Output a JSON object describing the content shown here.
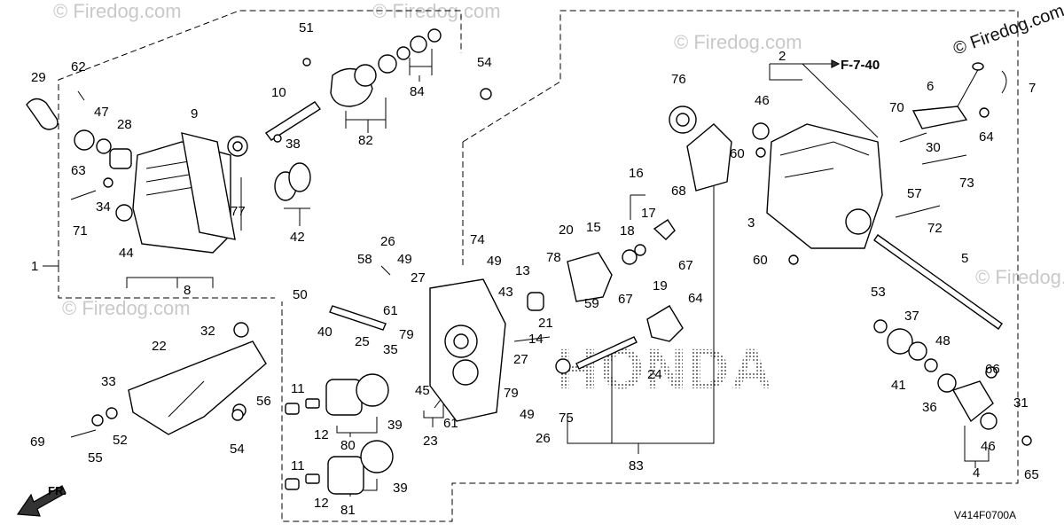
{
  "watermark": "© Firedog.com",
  "brand_text": "HONDA",
  "reference_label": "F-7-40",
  "direction_label": "FR.",
  "diagram_code": "V414F0700A",
  "callouts": {
    "c1": "1",
    "c2": "2",
    "c3": "3",
    "c4": "4",
    "c5": "5",
    "c6": "6",
    "c7": "7",
    "c8": "8",
    "c9": "9",
    "c10": "10",
    "c11a": "11",
    "c11b": "11",
    "c12a": "12",
    "c12b": "12",
    "c13": "13",
    "c14": "14",
    "c15": "15",
    "c16": "16",
    "c17": "17",
    "c18": "18",
    "c19": "19",
    "c20": "20",
    "c21": "21",
    "c22": "22",
    "c23": "23",
    "c24": "24",
    "c25": "25",
    "c26a": "26",
    "c26b": "26",
    "c27a": "27",
    "c27b": "27",
    "c28": "28",
    "c29": "29",
    "c30": "30",
    "c31": "31",
    "c32": "32",
    "c33": "33",
    "c34": "34",
    "c35": "35",
    "c36": "36",
    "c37": "37",
    "c38": "38",
    "c39a": "39",
    "c39b": "39",
    "c40": "40",
    "c41": "41",
    "c42": "42",
    "c43": "43",
    "c44": "44",
    "c45": "45",
    "c46a": "46",
    "c46b": "46",
    "c47": "47",
    "c48": "48",
    "c49a": "49",
    "c49b": "49",
    "c49c": "49",
    "c50": "50",
    "c51": "51",
    "c52": "52",
    "c53": "53",
    "c54a": "54",
    "c54b": "54",
    "c55": "55",
    "c56": "56",
    "c57": "57",
    "c58": "58",
    "c59": "59",
    "c60a": "60",
    "c60b": "60",
    "c61a": "61",
    "c61b": "61",
    "c62": "62",
    "c63": "63",
    "c64a": "64",
    "c64b": "64",
    "c65": "65",
    "c66": "66",
    "c67a": "67",
    "c67b": "67",
    "c68": "68",
    "c69": "69",
    "c70": "70",
    "c71": "71",
    "c72": "72",
    "c73": "73",
    "c74": "74",
    "c75": "75",
    "c76": "76",
    "c77": "77",
    "c78": "78",
    "c79a": "79",
    "c79b": "79",
    "c80": "80",
    "c81": "81",
    "c82": "82",
    "c83": "83",
    "c84": "84"
  }
}
